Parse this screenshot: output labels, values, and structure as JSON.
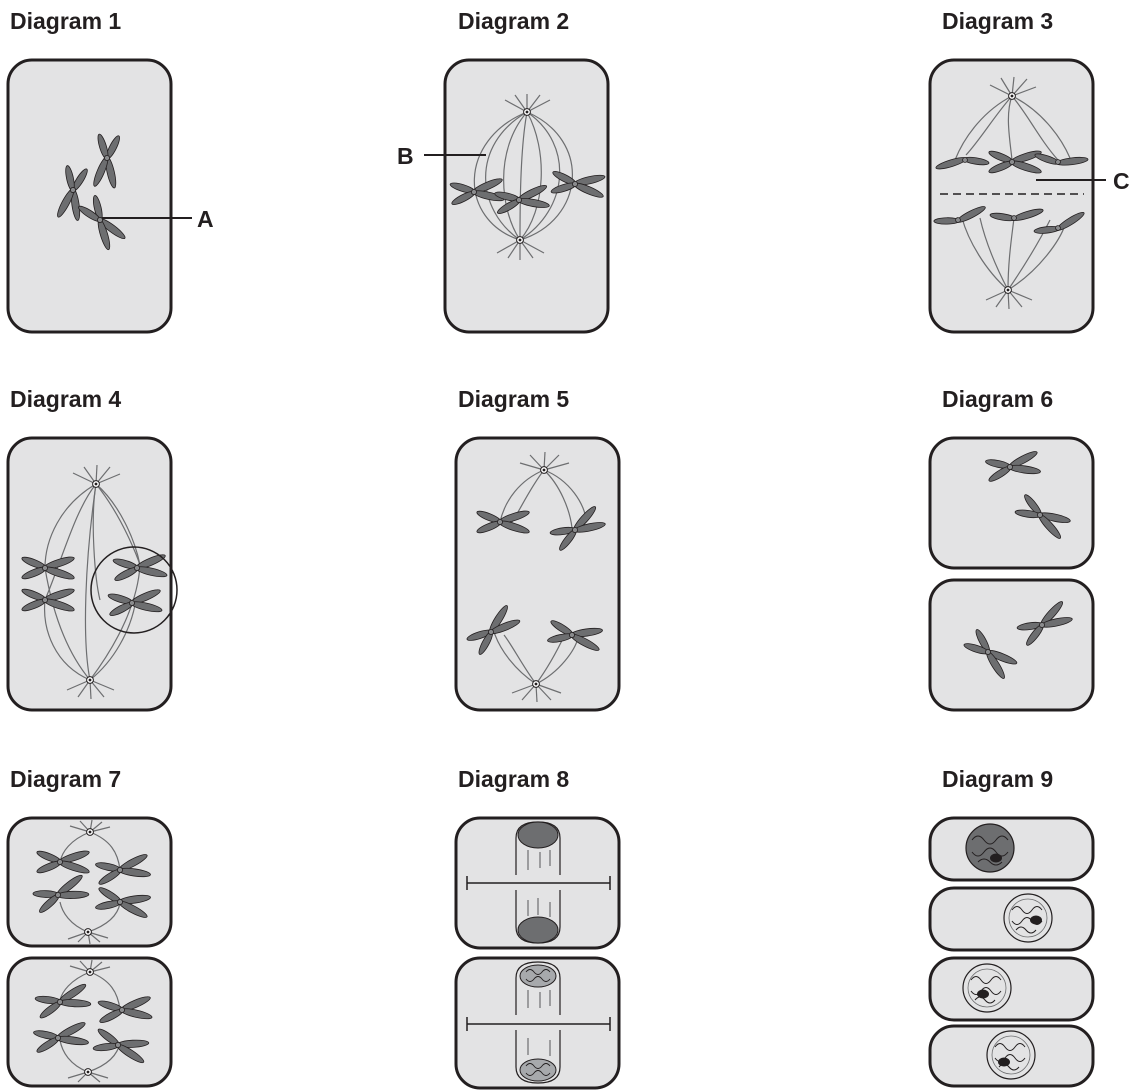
{
  "diagrams": [
    {
      "title": "Diagram 1"
    },
    {
      "title": "Diagram 2"
    },
    {
      "title": "Diagram 3"
    },
    {
      "title": "Diagram 4"
    },
    {
      "title": "Diagram 5"
    },
    {
      "title": "Diagram 6"
    },
    {
      "title": "Diagram 7"
    },
    {
      "title": "Diagram 8"
    },
    {
      "title": "Diagram 9"
    }
  ],
  "labels": {
    "a": "A",
    "b": "B",
    "c": "C"
  },
  "colors": {
    "cell_fill": "#e3e3e4",
    "outline": "#231f20",
    "chromosome": "#6d6e70",
    "nucleolus": "#231f20"
  }
}
